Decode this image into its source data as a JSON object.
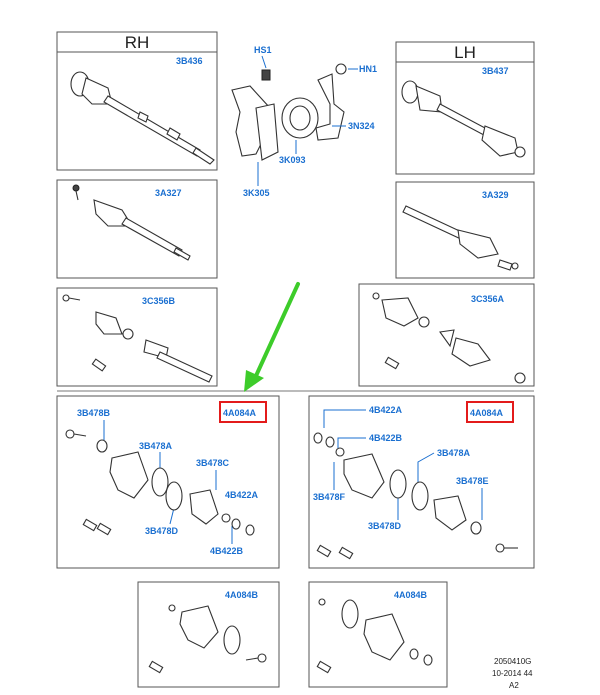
{
  "colors": {
    "label": "#1a6fd0",
    "highlight": "#e31b1b",
    "arrow": "#3dcc2a",
    "outline": "#333333"
  },
  "headings": {
    "rh": "RH",
    "lh": "LH"
  },
  "labels": {
    "rh_shaft": "3B436",
    "lh_shaft": "3B437",
    "hs1": "HS1",
    "hn1": "HN1",
    "bearing_clamp": "3N324",
    "bearing": "3K093",
    "bracket": "3K305",
    "rh_inner": "3A327",
    "lh_inner": "3A329",
    "rh_outer": "3C356B",
    "lh_outer": "3C356A",
    "rh_kit": "4A084A",
    "rh_kit_3b478b": "3B478B",
    "rh_kit_3b478a": "3B478A",
    "rh_kit_3b478c": "3B478C",
    "rh_kit_4b422a": "4B422A",
    "rh_kit_3b478d": "3B478D",
    "rh_kit_4b422b": "4B422B",
    "lh_kit": "4A084A",
    "lh_kit_4b422a": "4B422A",
    "lh_kit_4b422b": "4B422B",
    "lh_kit_3b478a": "3B478A",
    "lh_kit_3b478f": "3B478F",
    "lh_kit_3b478e": "3B478E",
    "lh_kit_3b478d": "3B478D",
    "boot_kit_left": "4A084B",
    "boot_kit_right": "4A084B"
  },
  "footer": {
    "code": "2050410G",
    "date": "10-2014 44",
    "rev": "A2"
  }
}
